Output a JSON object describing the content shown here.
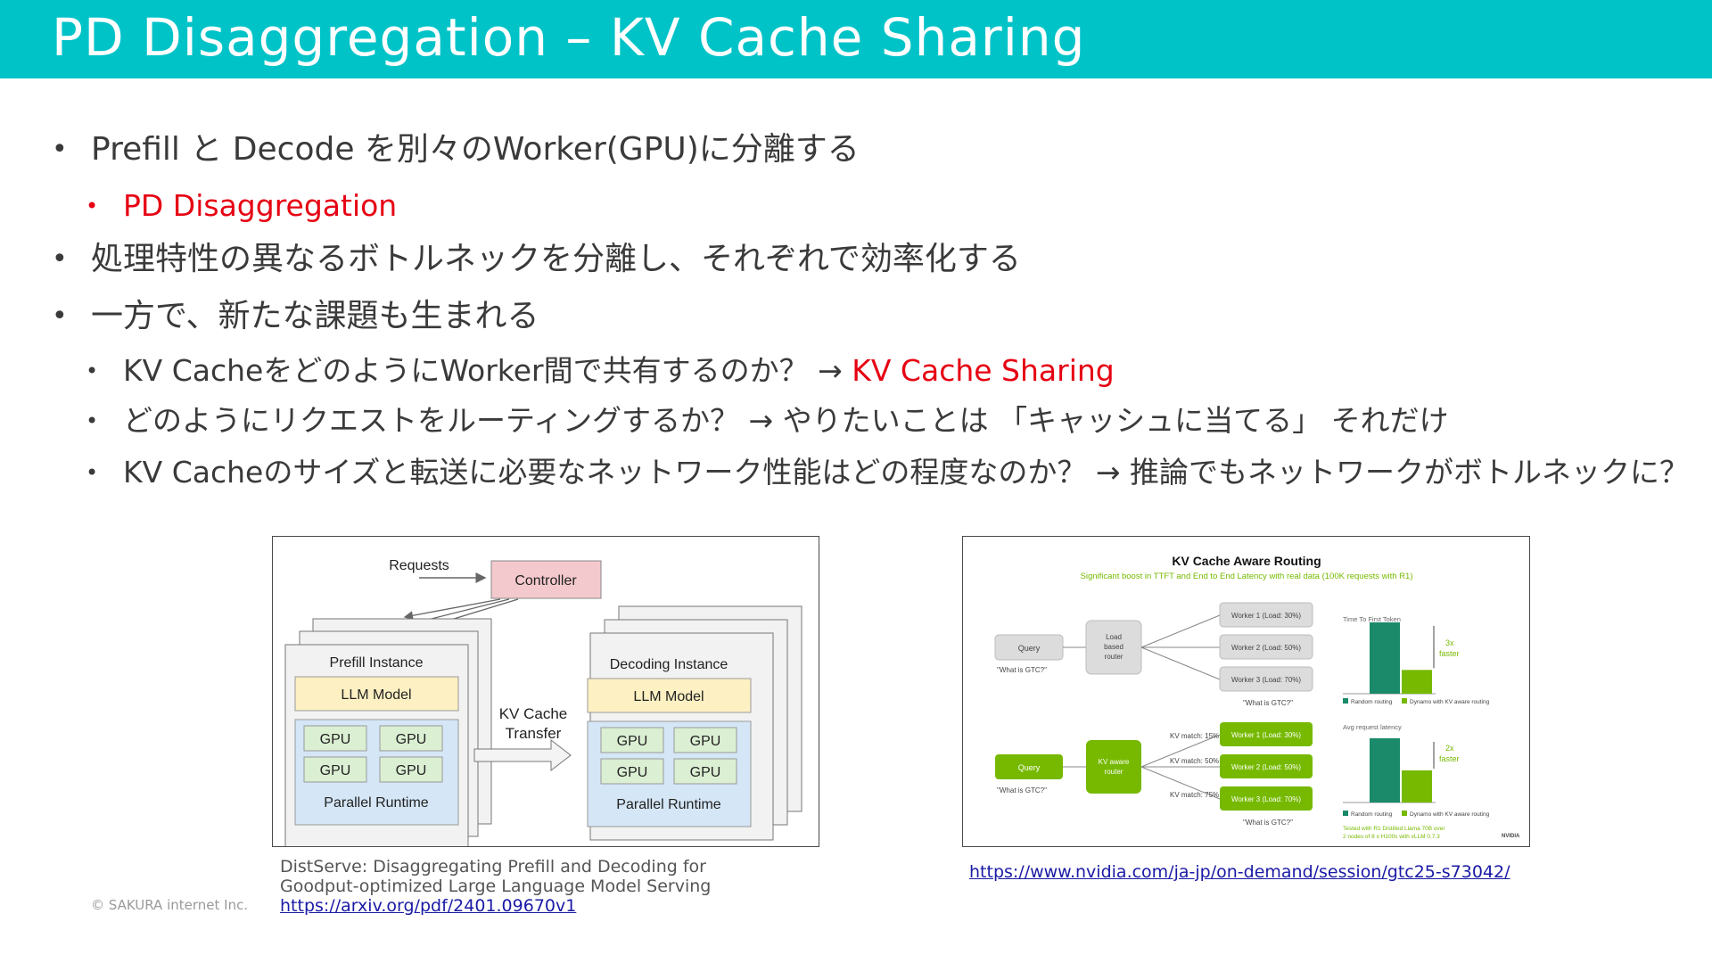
{
  "slide": {
    "title": "PD Disaggregation – KV Cache Sharing",
    "bullets": [
      {
        "text": "Prefill と Decode を別々のWorker(GPU)に分離する"
      },
      {
        "text": "PD Disaggregation"
      },
      {
        "text": "処理特性の異なるボトルネックを分離し、それぞれで効率化する"
      },
      {
        "text": "一方で、新たな課題も生まれる"
      },
      {
        "text": "KV CacheをどのようにWorker間で共有するのか？ → ",
        "highlight": "KV Cache Sharing"
      },
      {
        "text": "どのようにリクエストをルーティングするか？ → やりたいことは 「キャッシュに当てる」 それだけ"
      },
      {
        "text": "KV Cacheのサイズと転送に必要なネットワーク性能はどの程度なのか？ → 推論でもネットワークがボトルネックに？"
      }
    ],
    "colors": {
      "header": "#00c3c8",
      "highlight": "#e60012",
      "link": "#1a1aa6"
    },
    "copyright": "© SAKURA internet Inc."
  },
  "figure_left": {
    "requests": "Requests",
    "controller": "Controller",
    "prefill_instance": "Prefill Instance",
    "decoding_instance": "Decoding Instance",
    "llm_model": "LLM Model",
    "gpu": "GPU",
    "parallel_runtime": "Parallel Runtime",
    "kv_transfer_1": "KV Cache",
    "kv_transfer_2": "Transfer",
    "caption_1": "DistServe: Disaggregating Prefill and Decoding for",
    "caption_2": "Goodput-optimized Large Language Model Serving",
    "caption_link": "https://arxiv.org/pdf/2401.09670v1"
  },
  "figure_right": {
    "title": "KV Cache Aware Routing",
    "subtitle": "Significant boost in TTFT and End to End Latency with real data (100K requests with R1)",
    "query": "Query",
    "query_text": "\"What is GTC?\"",
    "load_router": [
      "Load",
      "based",
      "router"
    ],
    "kv_router": [
      "KV aware",
      "router"
    ],
    "workers_top": [
      "Worker 1 (Load: 30%)",
      "Worker 2 (Load: 50%)",
      "Worker 3 (Load: 70%)"
    ],
    "workers_bottom": [
      "Worker 1 (Load: 30%)",
      "Worker 2 (Load: 50%)",
      "Worker 3 (Load: 70%)"
    ],
    "kv_match": [
      "KV match: 15%",
      "KV match: 50%",
      "KV match: 75%"
    ],
    "chart_top_title": "Time To First Token",
    "chart_top_factor": [
      "3x",
      "faster"
    ],
    "chart_bottom_title": "Avg request latency",
    "chart_bottom_factor": [
      "2x",
      "faster"
    ],
    "legend_random": "Random routing",
    "legend_dynamo": "Dynamo with KV aware routing",
    "footnote_1": "Tested with R1 Distilled Llama 70B over",
    "footnote_2": "2 nodes of 8 x H100s with vLLM 0.7.3",
    "brand": "NVIDIA",
    "colors": {
      "green": "#76b900",
      "dark_teal": "#1a8a6a",
      "grey_box": "#dcdcdc"
    },
    "caption_link": "https://www.nvidia.com/ja-jp/on-demand/session/gtc25-s73042/"
  },
  "chart_data": [
    {
      "type": "bar",
      "title": "Time To First Token",
      "categories": [
        "Random routing",
        "Dynamo with KV aware routing"
      ],
      "values": [
        3,
        1
      ],
      "annotation": "3x faster"
    },
    {
      "type": "bar",
      "title": "Avg request latency",
      "categories": [
        "Random routing",
        "Dynamo with KV aware routing"
      ],
      "values": [
        2,
        1
      ],
      "annotation": "2x faster"
    }
  ]
}
